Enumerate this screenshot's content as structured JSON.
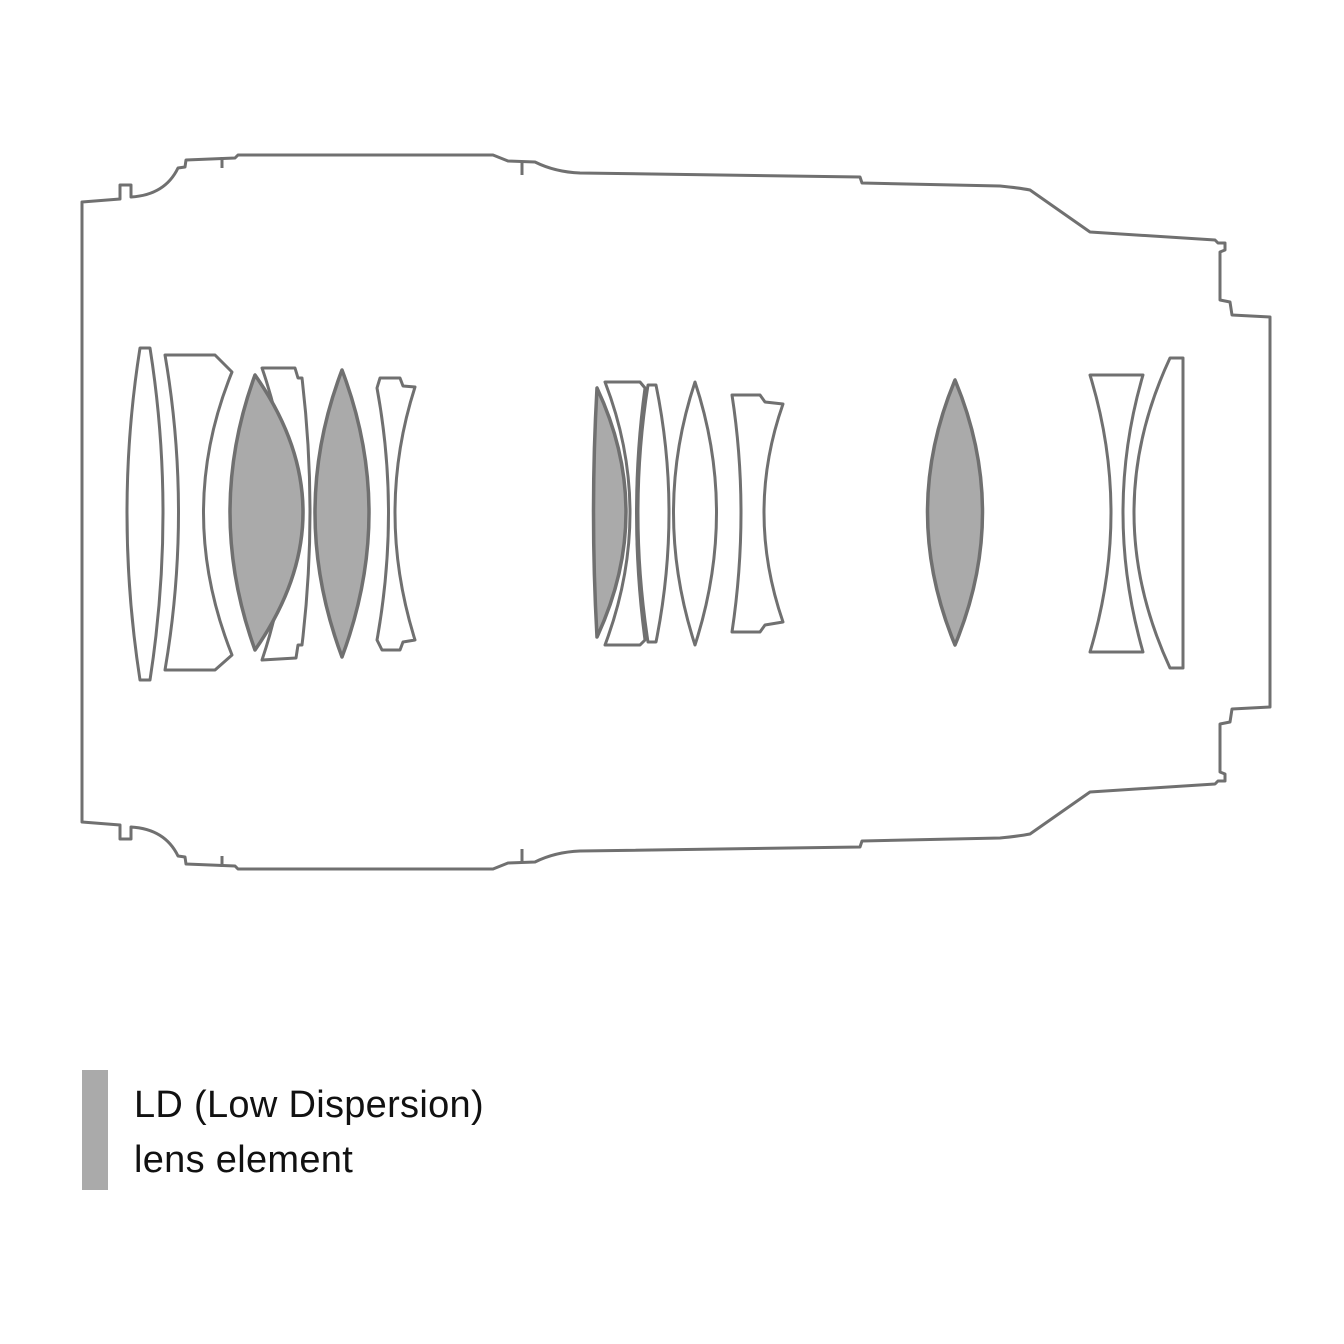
{
  "diagram": {
    "title": "Lens construction",
    "colors": {
      "outline": "#707070",
      "ld_fill": "#aaaaaa",
      "text": "#111111"
    }
  },
  "legend": {
    "line1": "LD (Low Dispersion)",
    "line2": "lens element"
  }
}
